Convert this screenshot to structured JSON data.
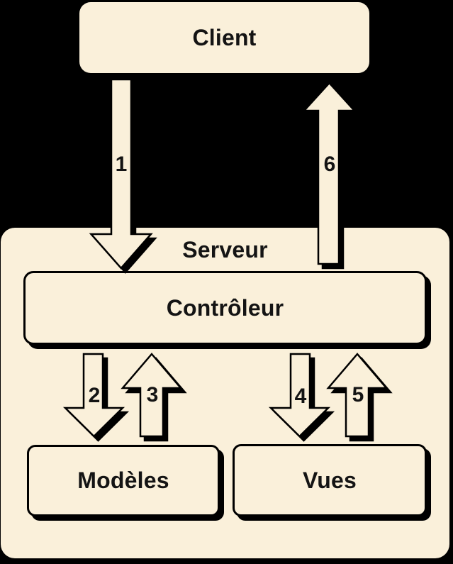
{
  "diagram": {
    "type": "mvc-architecture-flow",
    "colors": {
      "background": "#000000",
      "box_fill": "#FAF0DA",
      "line": "#000000"
    },
    "nodes": {
      "client": {
        "label": "Client"
      },
      "serveur": {
        "label": "Serveur"
      },
      "controleur": {
        "label": "Contrôleur"
      },
      "modeles": {
        "label": "Modèles"
      },
      "vues": {
        "label": "Vues"
      }
    },
    "arrows": [
      {
        "label": "1",
        "from": "Client",
        "to": "Contrôleur",
        "direction": "down"
      },
      {
        "label": "2",
        "from": "Contrôleur",
        "to": "Modèles",
        "direction": "down"
      },
      {
        "label": "3",
        "from": "Modèles",
        "to": "Contrôleur",
        "direction": "up"
      },
      {
        "label": "4",
        "from": "Contrôleur",
        "to": "Vues",
        "direction": "down"
      },
      {
        "label": "5",
        "from": "Vues",
        "to": "Contrôleur",
        "direction": "up"
      },
      {
        "label": "6",
        "from": "Contrôleur",
        "to": "Client",
        "direction": "up"
      }
    ]
  }
}
